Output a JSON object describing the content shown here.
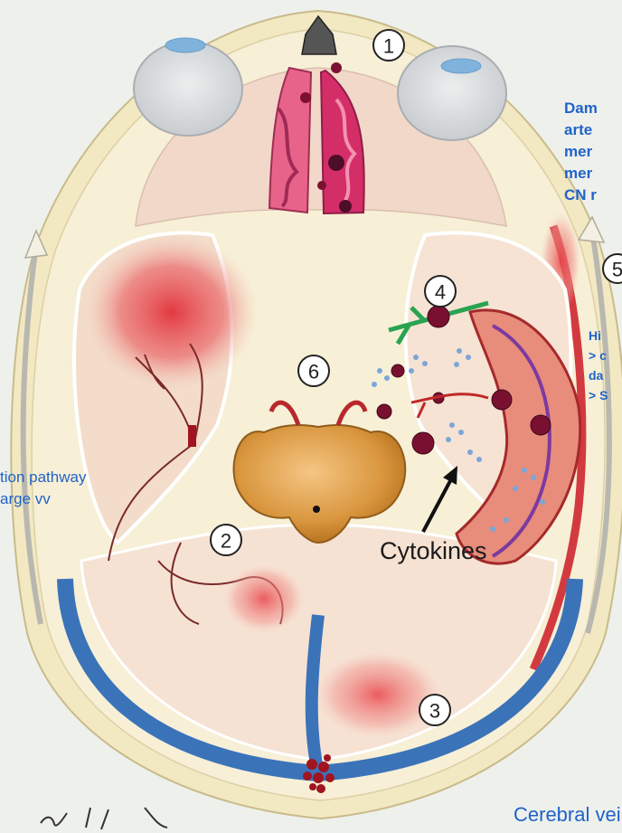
{
  "markers": [
    "1",
    "2",
    "3",
    "4",
    "5",
    "6"
  ],
  "labels": {
    "cytokines": "Cytokines",
    "left_note": [
      "tion pathway",
      "arge vv"
    ],
    "right_top_note": [
      "Dam",
      "arte",
      "mer",
      "mer",
      "CN r"
    ],
    "right_mid_note": [
      "Hi",
      "> c",
      "da",
      "> S"
    ],
    "bottom_caption": "Cerebral vein"
  }
}
